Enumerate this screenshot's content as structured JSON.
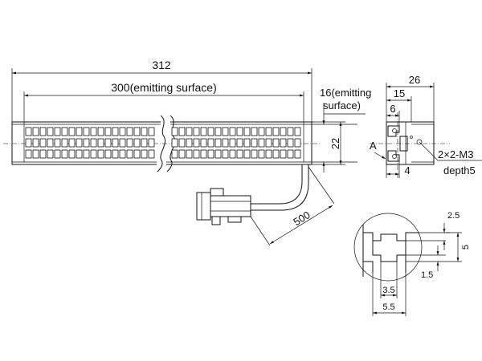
{
  "dims": {
    "overall_length": "312",
    "emitting_length": "300(emitting surface)",
    "emit_width_line1": "16(emitting",
    "emit_width_line2": "surface)",
    "height": "22",
    "cable_length": "500",
    "side_width": "26",
    "side_15": "15",
    "side_6": "6",
    "side_4": "4",
    "view_label": "A",
    "tap_line1": "2×2-M3",
    "tap_line2": "depth5",
    "detail_2_5": "2.5",
    "detail_5": "5",
    "detail_1_5": "1.5",
    "detail_3_5": "3.5",
    "detail_5_5": "5.5"
  }
}
